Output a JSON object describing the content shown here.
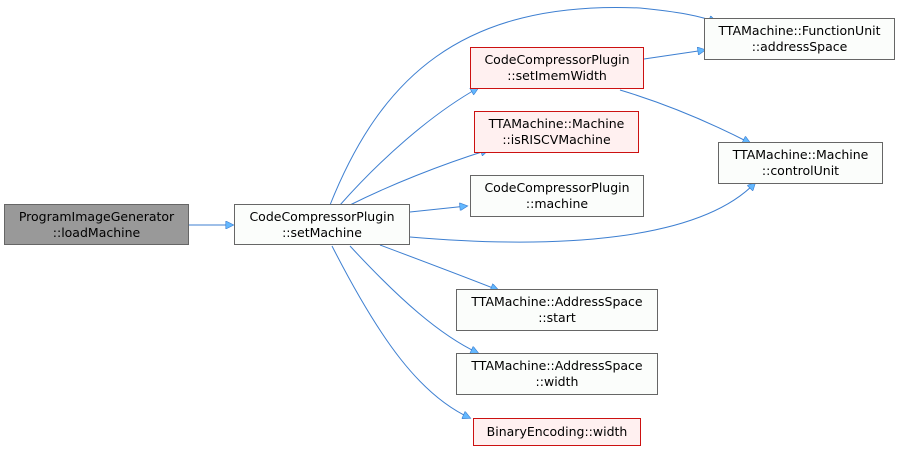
{
  "colors": {
    "edge": "#63b8ff",
    "edge_stroke": "#3d7fd1",
    "root_fill": "#999999",
    "red_border": "#cc1111"
  },
  "nodes": {
    "load_machine": {
      "line1": "ProgramImageGenerator",
      "line2": "::loadMachine"
    },
    "set_machine": {
      "line1": "CodeCompressorPlugin",
      "line2": "::setMachine"
    },
    "set_imem_width": {
      "line1": "CodeCompressorPlugin",
      "line2": "::setImemWidth"
    },
    "is_riscv_machine": {
      "line1": "TTAMachine::Machine",
      "line2": "::isRISCVMachine"
    },
    "machine": {
      "line1": "CodeCompressorPlugin",
      "line2": "::machine"
    },
    "fu_address_space": {
      "line1": "TTAMachine::FunctionUnit",
      "line2": "::addressSpace"
    },
    "control_unit": {
      "line1": "TTAMachine::Machine",
      "line2": "::controlUnit"
    },
    "as_start": {
      "line1": "TTAMachine::AddressSpace",
      "line2": "::start"
    },
    "as_width": {
      "line1": "TTAMachine::AddressSpace",
      "line2": "::width"
    },
    "binary_encoding_width": {
      "line1": "BinaryEncoding::width"
    }
  }
}
